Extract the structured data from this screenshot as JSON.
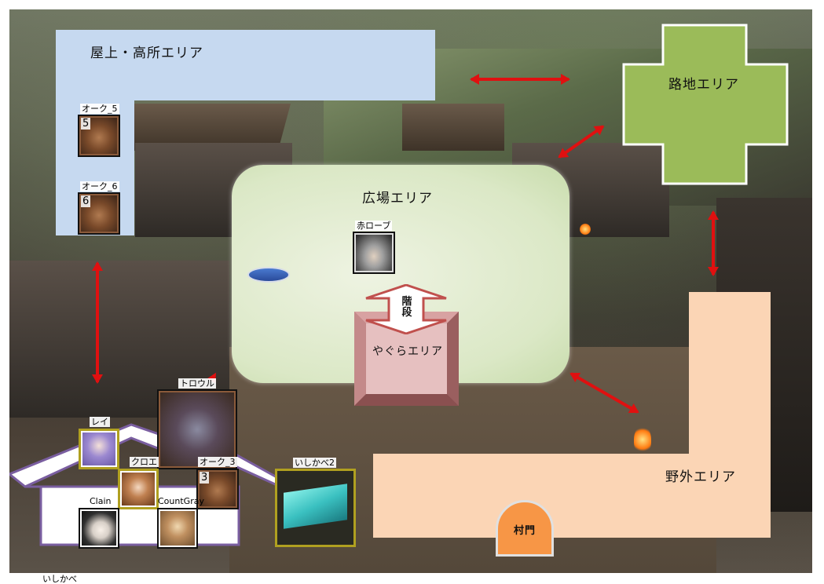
{
  "zones": {
    "rooftop": "屋上・高所エリア",
    "alley": "路地エリア",
    "plaza": "広場エリア",
    "tower": "やぐらエリア",
    "stairs": "階段",
    "outside": "野外エリア",
    "gate": "村門"
  },
  "tokens": {
    "orc5": {
      "name": "オーク_5",
      "num": "5"
    },
    "orc6": {
      "name": "オーク_6",
      "num": "6"
    },
    "red_robe": {
      "name": "赤ローブ"
    },
    "troll": {
      "name": "トロウル"
    },
    "rei": {
      "name": "レイ"
    },
    "kuroe": {
      "name": "クロエ"
    },
    "orc3": {
      "name": "オーク_3",
      "num": "3"
    },
    "ishikabe2": {
      "name": "いしかべ2"
    },
    "clain": {
      "name": "Clain"
    },
    "countgray": {
      "name": "CountGray"
    },
    "bottom_label": "いしかべ"
  },
  "colors": {
    "rooftop_zone": "#c6d9f0",
    "alley_zone": "#9bbb59",
    "plaza_zone": "#ebf1de",
    "outside_zone": "#fbd5b5",
    "gate": "#f79646",
    "tower_zone": "#e6b8b7",
    "arrow": "#e01010"
  }
}
